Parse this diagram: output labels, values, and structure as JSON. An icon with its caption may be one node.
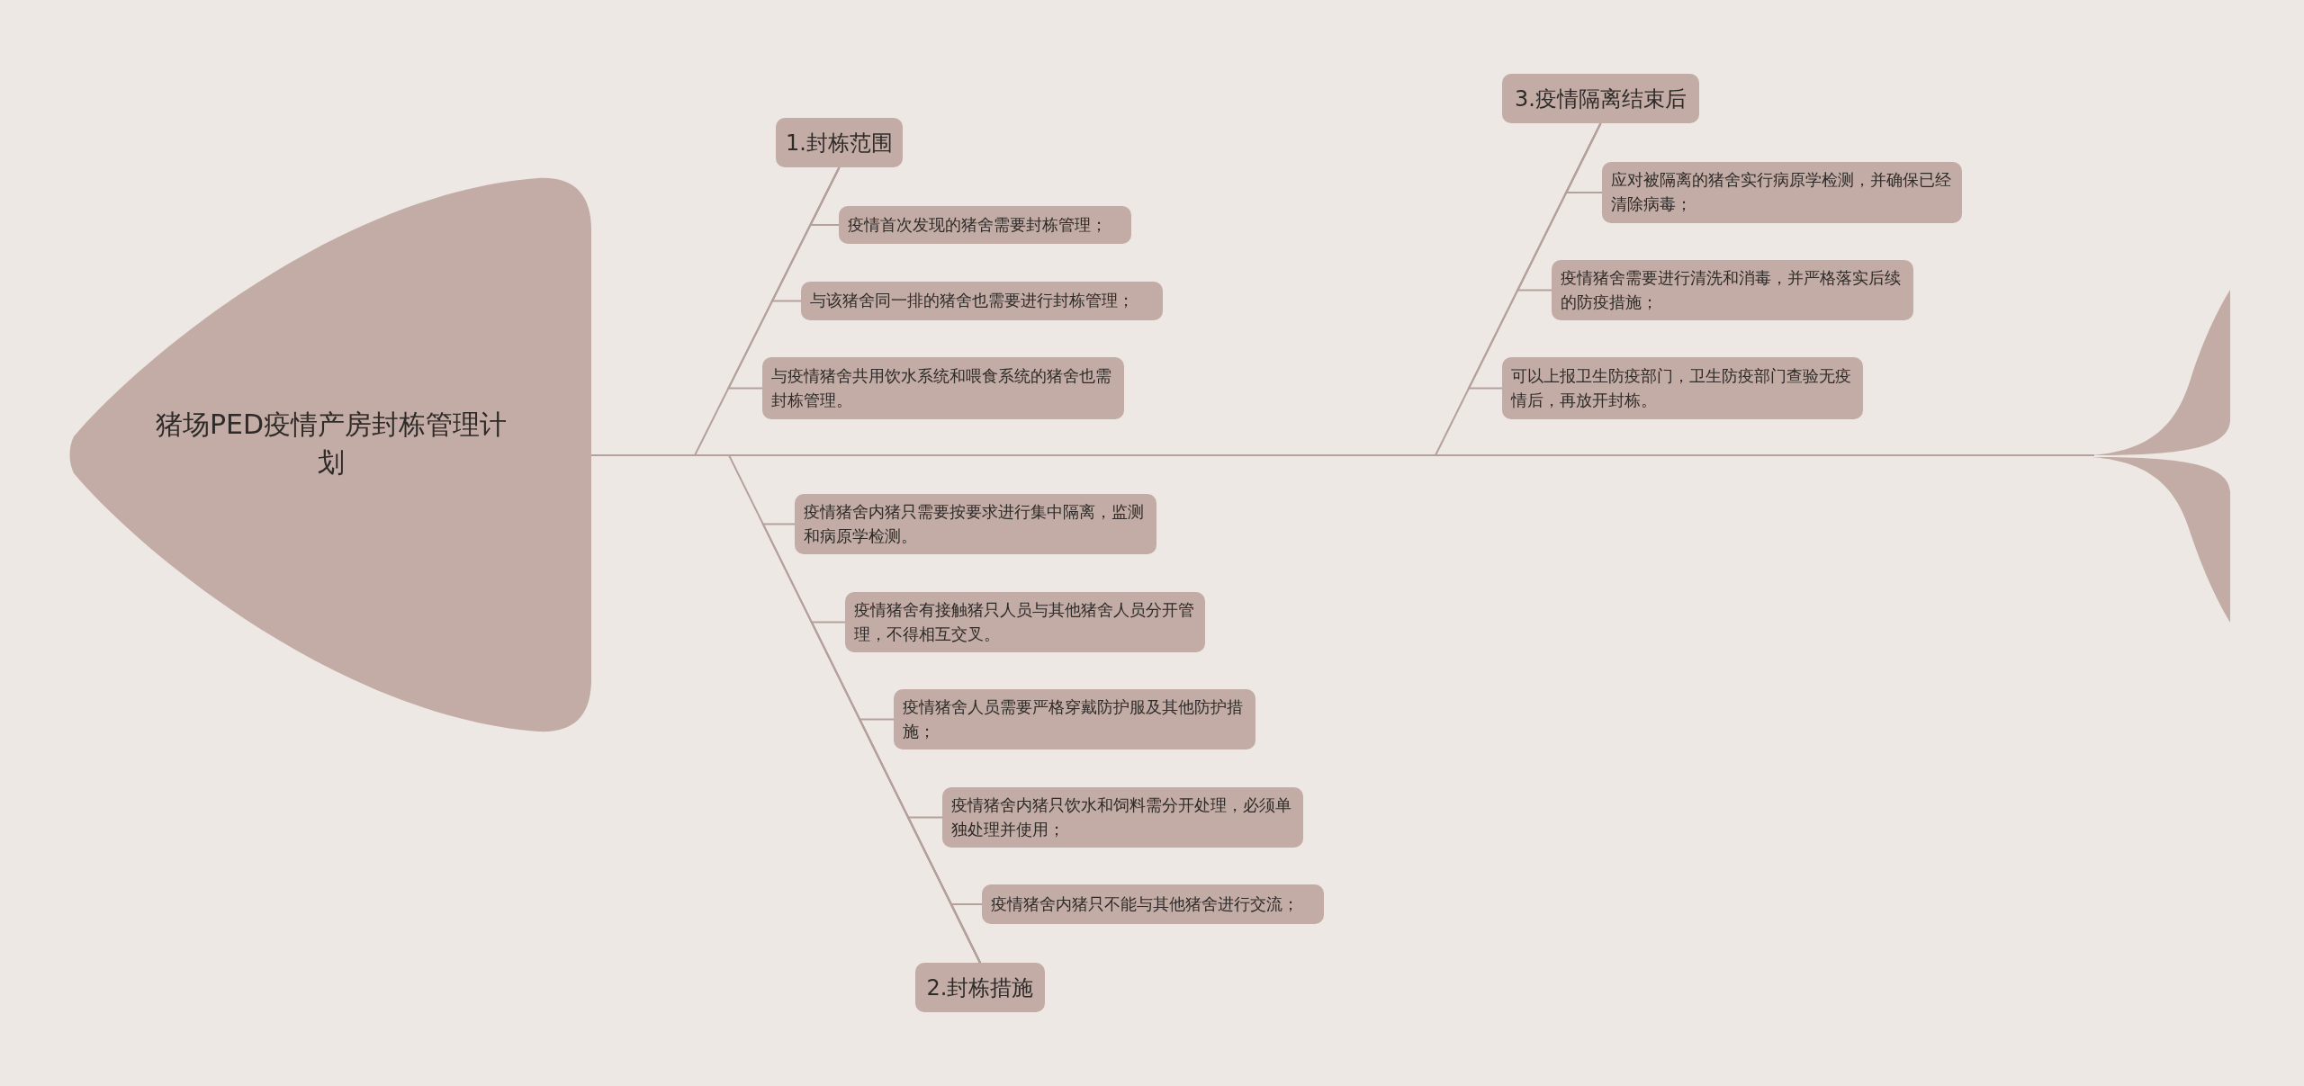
{
  "diagram": {
    "nodes": [
      {
        "text": [
          "猪场PED疫情产房封栋管理计划"
        ]
      },
      {
        "text": [
          "1.封栋范围"
        ]
      },
      {
        "text": [
          "疫情首次发现的猪舍需要封栋管理；"
        ]
      },
      {
        "text": [
          "与该猪舍同一排的猪舍也需要进行封栋管理；"
        ]
      },
      {
        "text": [
          "与疫情猪舍共用饮水系统和喂食系统的猪舍也需封栋管理。"
        ]
      },
      {
        "text": [
          "2.封栋措施"
        ]
      },
      {
        "text": [
          "疫情猪舍内猪只需要按要求进行集中隔离，监测和病原学检测。"
        ]
      },
      {
        "text": [
          "疫情猪舍有接触猪只人员与其他猪舍人员分开管理，不得相互交叉。"
        ]
      },
      {
        "text": [
          "疫情猪舍人员需要严格穿戴防护服及其他防护措施；"
        ]
      },
      {
        "text": [
          "疫情猪舍内猪只饮水和饲料需分开处理，必须单独处理并使用；"
        ]
      },
      {
        "text": [
          "疫情猪舍内猪只不能与其他猪舍进行交流；"
        ]
      },
      {
        "text": [
          "3.疫情隔离结束后"
        ]
      },
      {
        "text": [
          "应对被隔离的猪舍实行病原学检测，并确保已经清除病毒；"
        ]
      },
      {
        "text": [
          "疫情猪舍需要进行清洗和消毒，并严格落实后续的防疫措施；"
        ]
      },
      {
        "text": [
          "可以上报卫生防疫部门，卫生防疫部门查验无疫情后，再放开封栋。"
        ]
      },
      {
        "text": [],
        "shape": "tail"
      }
    ],
    "edges": [
      {
        "from": 0,
        "to": 15,
        "arrow": "none"
      },
      {
        "from": 1,
        "to": null,
        "arrow": "none"
      },
      {
        "from": 1,
        "to": 2,
        "arrow": "none"
      },
      {
        "from": 1,
        "to": 3,
        "arrow": "none"
      },
      {
        "from": 1,
        "to": 4,
        "arrow": "none"
      },
      {
        "from": 5,
        "to": null,
        "arrow": "none"
      },
      {
        "from": 5,
        "to": 6,
        "arrow": "none"
      },
      {
        "from": 5,
        "to": 7,
        "arrow": "none"
      },
      {
        "from": 5,
        "to": 8,
        "arrow": "none"
      },
      {
        "from": 5,
        "to": 9,
        "arrow": "none"
      },
      {
        "from": 5,
        "to": 10,
        "arrow": "none"
      },
      {
        "from": 11,
        "to": null,
        "arrow": "none"
      },
      {
        "from": 11,
        "to": 12,
        "arrow": "none"
      },
      {
        "from": 11,
        "to": 13,
        "arrow": "none"
      },
      {
        "from": 11,
        "to": 14,
        "arrow": "none"
      }
    ]
  }
}
